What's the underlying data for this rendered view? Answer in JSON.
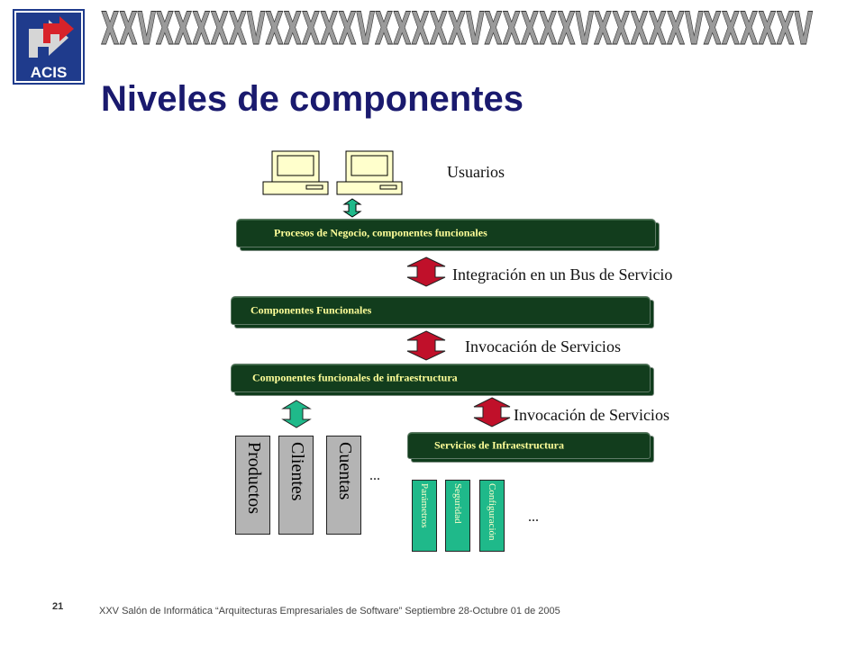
{
  "slide": {
    "title": "Niveles de componentes",
    "banner_text": "XXVXXXXXVXXXXXVXXXXXVXXXXXVXXXXXVXXXXXV",
    "logo_text": "ACIS",
    "page_number": "21",
    "footer": "XXV  Salón de Informática “Arquitecturas Empresariales de Software” Septiembre 28-Octubre 01 de 2005"
  },
  "diagram": {
    "users_label": "Usuarios",
    "layers": {
      "business_processes": "Procesos de Negocio, componentes funcionales",
      "functional_components": "Componentes Funcionales",
      "infrastructure_components": "Componentes funcionales de infraestructura",
      "infrastructure_services": "Servicios de Infraestructura"
    },
    "connectors": {
      "bus_integration": "Integración en un Bus de Servicio",
      "service_invocation_1": "Invocación de Servicios",
      "service_invocation_2": "Invocación de Servicios"
    },
    "business_entities": [
      "Productos",
      "Clientes",
      "Cuentas"
    ],
    "business_entities_more": "...",
    "infra_services": [
      "Parámetros",
      "Seguridad",
      "Configuración"
    ],
    "infra_services_more": "...",
    "colors": {
      "title": "#1a1a6e",
      "layer_bar": "#123d1d",
      "layer_text": "#ffff99",
      "red_arrow": "#c0102a",
      "green_arrow": "#1fb98a",
      "entity_box": "#b4b4b4"
    }
  }
}
